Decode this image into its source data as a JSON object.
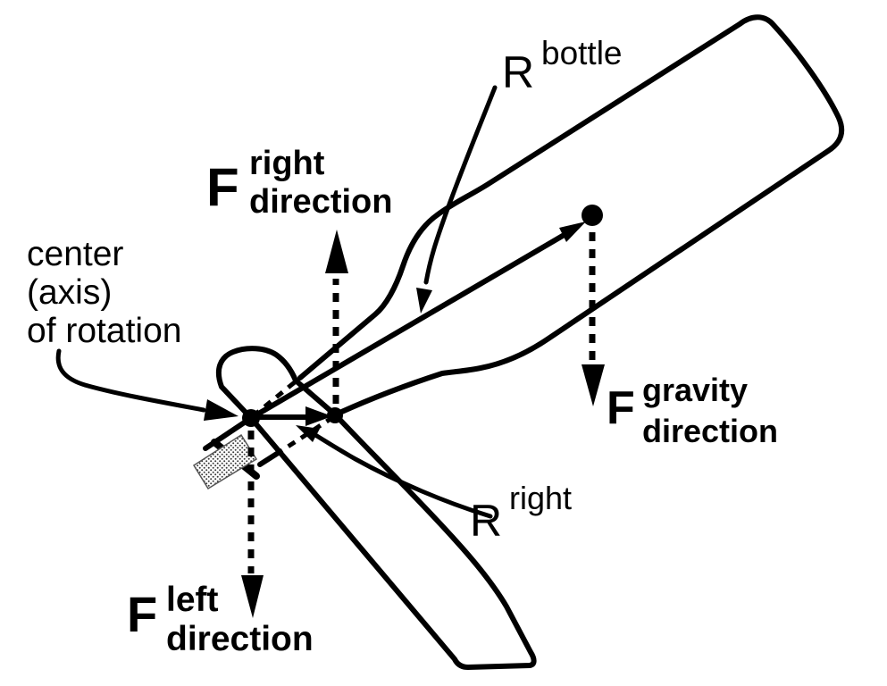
{
  "colors": {
    "ink": "#000000",
    "background": "#ffffff"
  },
  "labels": {
    "center_axis": {
      "line1": "center",
      "line2": "(axis)",
      "line3": "of rotation"
    },
    "r_bottle": {
      "main": "R",
      "sup": "bottle"
    },
    "f_right": {
      "main": "F",
      "sup_line1": "right",
      "sup_line2": "direction"
    },
    "f_gravity": {
      "main": "F",
      "sup_line1": "gravity",
      "sup_line2": "direction"
    },
    "r_right": {
      "main": "R",
      "sup": "right"
    },
    "f_left": {
      "main": "F",
      "sup_line1": "left",
      "sup_line2": "direction"
    }
  }
}
